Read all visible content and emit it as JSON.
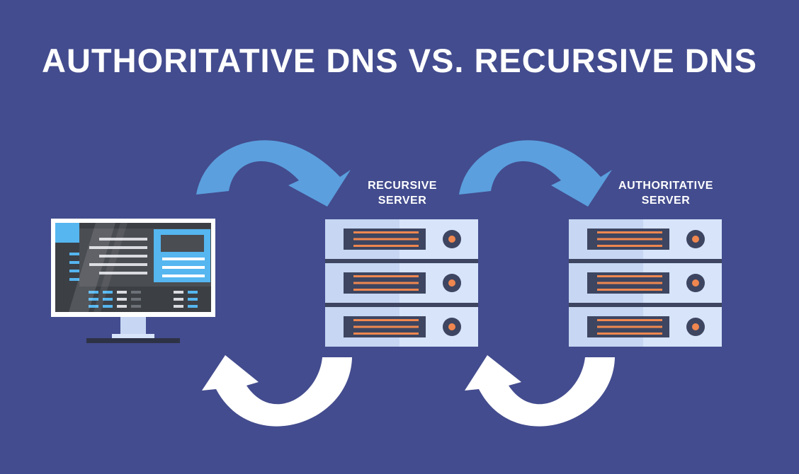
{
  "title": "AUTHORITATIVE DNS VS. RECURSIVE DNS",
  "recursive_server": {
    "line1": "RECURSIVE",
    "line2": "SERVER"
  },
  "authoritative_server": {
    "line1": "AUTHORITATIVE",
    "line2": "SERVER"
  },
  "icons": [
    "computer-monitor-icon",
    "server-rack-icon",
    "arrow-icon"
  ],
  "colors": {
    "background": "#434c8e",
    "request_arrow": "#5b9fde",
    "response_arrow": "#ffffff",
    "server_body": "#c9daf6",
    "server_accent": "#f0874f",
    "screen_accent": "#55b6f0"
  }
}
